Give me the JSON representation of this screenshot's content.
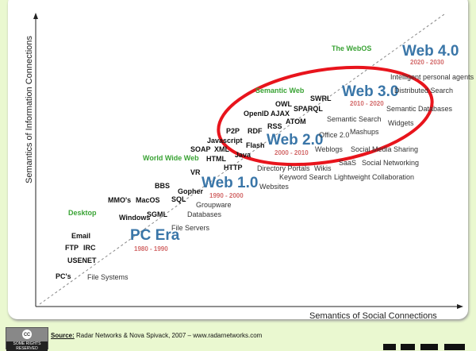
{
  "axes": {
    "y_label": "Semantics of Information Connections",
    "x_label": "Semantics of Social Connections"
  },
  "eras": [
    {
      "name": "PC Era",
      "years": "1980 - 1990"
    },
    {
      "name": "Web 1.0",
      "years": "1990 - 2000"
    },
    {
      "name": "Web 2.0",
      "years": "2000 - 2010"
    },
    {
      "name": "Web 3.0",
      "years": "2010 - 2020"
    },
    {
      "name": "Web 4.0",
      "years": "2020 - 2030"
    }
  ],
  "categories": [
    "Desktop",
    "World Wide Web",
    "Semantic Web",
    "The WebOS"
  ],
  "tech_labels": [
    "PC's",
    "USENET",
    "FTP",
    "IRC",
    "Email",
    "Windows",
    "MMO's",
    "MacOS",
    "SGML",
    "SQL",
    "BBS",
    "Gopher",
    "VR",
    "HTTP",
    "HTML",
    "SOAP",
    "XML",
    "Java",
    "Javascript",
    "Flash",
    "P2P",
    "RDF",
    "RSS",
    "ATOM",
    "OpenID",
    "AJAX",
    "OWL",
    "SPARQL",
    "SWRL"
  ],
  "app_labels": [
    "File Systems",
    "File Servers",
    "Databases",
    "Groupware",
    "Websites",
    "Keyword Search",
    "Directory Portals",
    "Wikis",
    "Lightweight Collaboration",
    "SaaS",
    "Social Networking",
    "Weblogs",
    "Social Media Sharing",
    "Office 2.0",
    "Mashups",
    "Semantic Search",
    "Widgets",
    "Semantic Databases",
    "Distributed Search",
    "Intelligent personal agents"
  ],
  "highlight_color": "#e8141c",
  "footer": {
    "cc_badge": "cc",
    "cc_text": "SOME RIGHTS RESERVED",
    "source_label": "Source:",
    "source_text": "Radar Networks & Nova Spivack, 2007 – www.radarnetworks.com"
  }
}
